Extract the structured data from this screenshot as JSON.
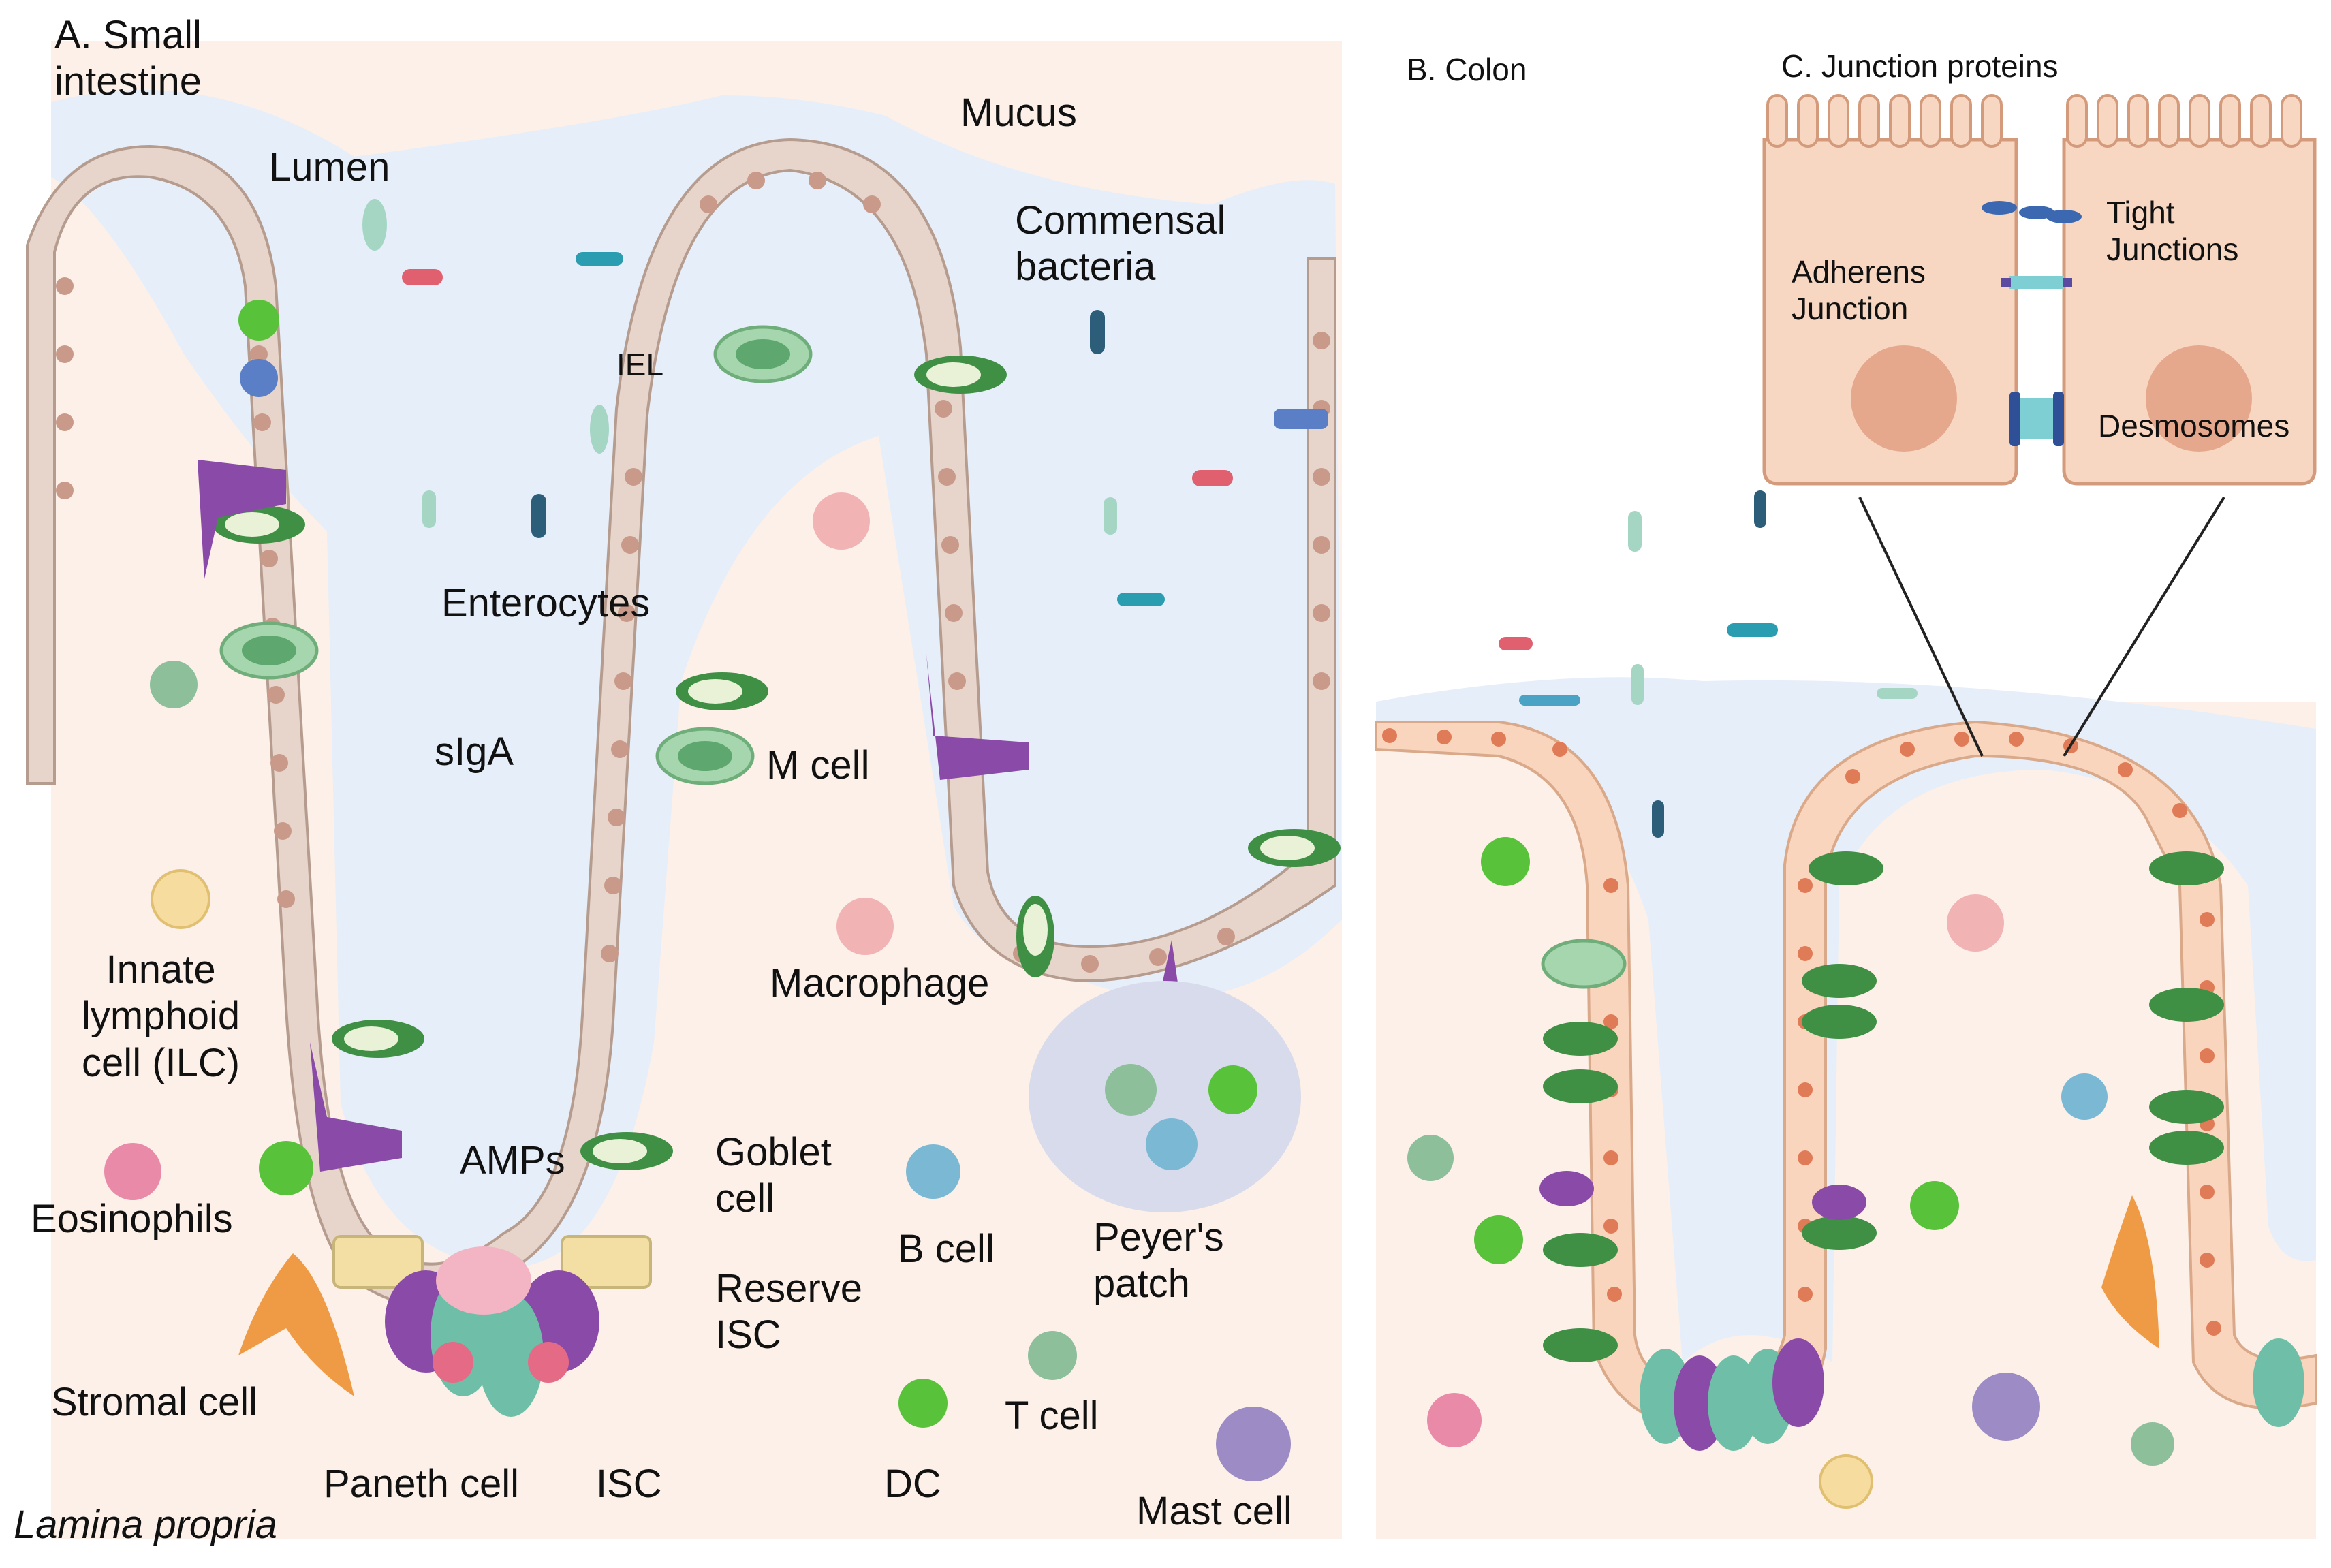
{
  "colors": {
    "mucus": "#e6eef9",
    "lamina": "#fcf0e8",
    "enterocyte_si": "#e7d5cb",
    "enterocyte_colon": "#fad5bd",
    "goblet": "#3f8f45",
    "m_cell": "#8a4aa8",
    "isc": "#6fbfa8",
    "paneth": "#e46a86",
    "reserve_isc": "#f3dfa4",
    "dc": "#58c23a",
    "b_cell": "#7bb8d4",
    "t_cell": "#8dbf9b",
    "macrophage": "#f2b3b5",
    "mast_cell": "#9c8bc4",
    "eosinophil": "#e88aa8",
    "ilc": "#f7dca0",
    "stromal": "#ef9b45",
    "junction_cell": "#f8d7c2"
  },
  "panels": {
    "a_title": [
      "A. Small",
      "intestine"
    ],
    "b_title": "B. Colon",
    "c_title": "C. Junction proteins"
  },
  "labels_a": {
    "mucus": "Mucus",
    "lumen": "Lumen",
    "commensal": [
      "Commensal",
      "bacteria"
    ],
    "iel": "IEL",
    "enterocytes": "Enterocytes",
    "siga": "sIgA",
    "m_cell": "M cell",
    "ilc": [
      "Innate",
      "lymphoid",
      "cell (ILC)"
    ],
    "macrophage": "Macrophage",
    "amps": "AMPs",
    "goblet": [
      "Goblet",
      "cell"
    ],
    "eosinophils": "Eosinophils",
    "b_cell": "B cell",
    "peyers": [
      "Peyer's",
      "patch"
    ],
    "reserve_isc": [
      "Reserve",
      "ISC"
    ],
    "stromal": "Stromal cell",
    "t_cell": "T cell",
    "paneth": "Paneth cell",
    "isc": "ISC",
    "dc": "DC",
    "mast_cell": "Mast cell",
    "lamina": "Lamina propria"
  },
  "labels_c": {
    "tight": [
      "Tight",
      "Junctions"
    ],
    "adherens": [
      "Adherens",
      "Junction"
    ],
    "desmosomes": "Desmosomes"
  }
}
